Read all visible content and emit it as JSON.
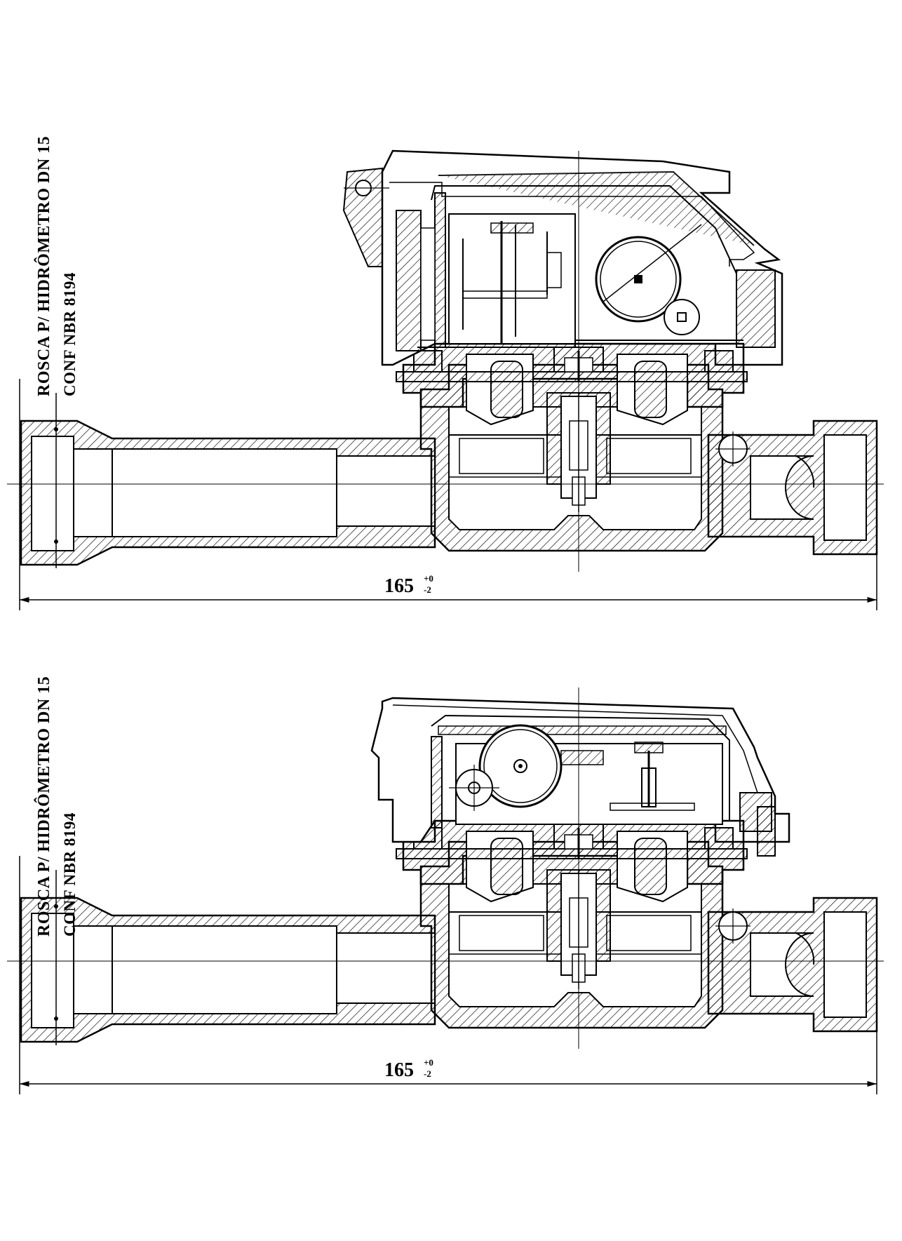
{
  "views": [
    {
      "id": "top",
      "label_line1": "ROSCA P/ HIDRÔMETRO DN 15",
      "label_line2": "CONF NBR 8194",
      "dimension": {
        "value": "165",
        "tol_upper": "+0",
        "tol_lower": "-2"
      }
    },
    {
      "id": "bottom",
      "label_line1": "ROSCA P/ HIDRÔMETRO DN 15",
      "label_line2": "CONF NBR 8194",
      "dimension": {
        "value": "165",
        "tol_upper": "+0",
        "tol_lower": "-2"
      }
    }
  ]
}
